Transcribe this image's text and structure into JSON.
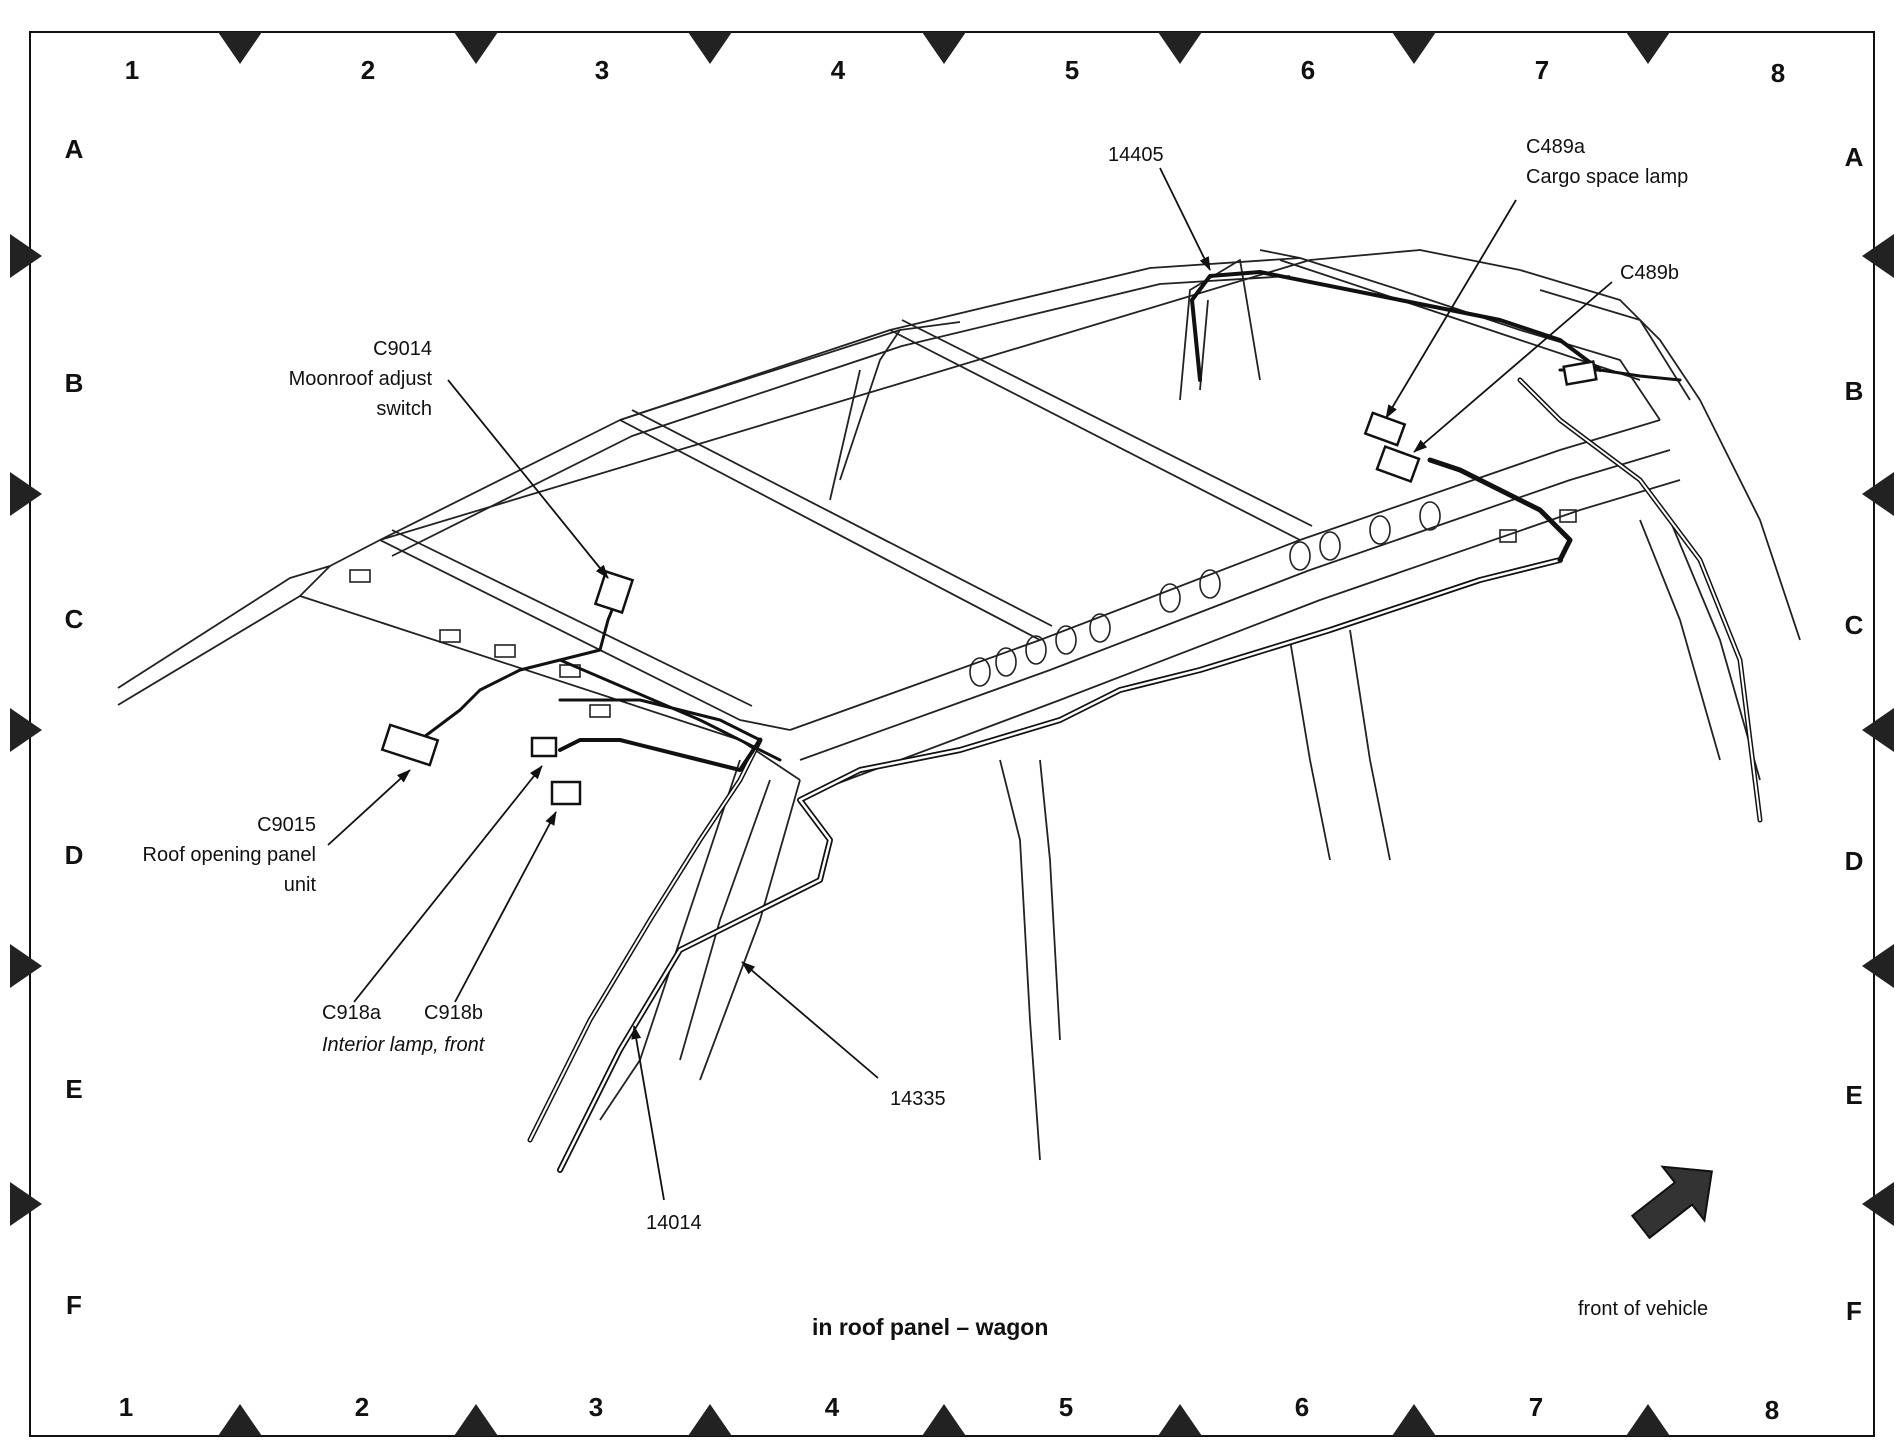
{
  "grid": {
    "columns": [
      "1",
      "2",
      "3",
      "4",
      "5",
      "6",
      "7",
      "8"
    ],
    "rows": [
      "A",
      "B",
      "C",
      "D",
      "E",
      "F"
    ]
  },
  "labels": {
    "c9014_code": "C9014",
    "c9014_desc1": "Moonroof adjust",
    "c9014_desc2": "switch",
    "c9015_code": "C9015",
    "c9015_desc1": "Roof opening panel",
    "c9015_desc2": "unit",
    "c918a_code": "C918a",
    "c918b_code": "C918b",
    "c918_desc": "Interior lamp, front",
    "h14405": "14405",
    "c489a_code": "C489a",
    "c489a_desc": "Cargo space lamp",
    "c489b_code": "C489b",
    "h14335": "14335",
    "h14014": "14014",
    "front_of_vehicle": "front of vehicle"
  },
  "caption": "in roof panel – wagon",
  "colors": {
    "line": "#111111",
    "background": "#ffffff"
  }
}
